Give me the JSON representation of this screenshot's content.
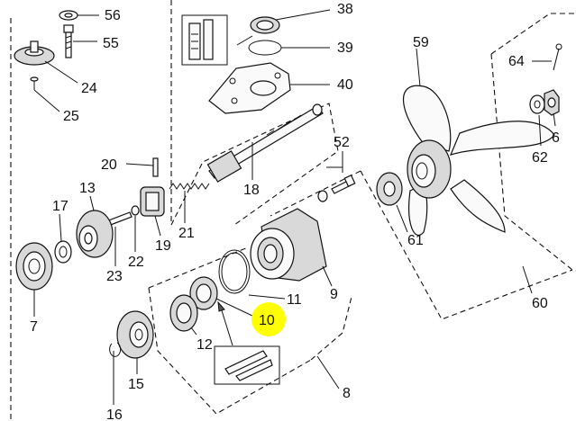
{
  "callouts": {
    "c56": "56",
    "c55": "55",
    "c24": "24",
    "c25": "25",
    "c38": "38",
    "c39": "39",
    "c40": "40",
    "c59": "59",
    "c64": "64",
    "c62": "62",
    "c6": "6",
    "c52": "52",
    "c20": "20",
    "c18": "18",
    "c13": "13",
    "c17": "17",
    "c21": "21",
    "c19": "19",
    "c22": "22",
    "c23": "23",
    "c7": "7",
    "c61": "61",
    "c9": "9",
    "c11": "11",
    "c10": "10",
    "c12": "12",
    "c8": "8",
    "c15": "15",
    "c16": "16",
    "c60": "60"
  },
  "highlight": {
    "color": "#ffff00",
    "target": "10"
  }
}
